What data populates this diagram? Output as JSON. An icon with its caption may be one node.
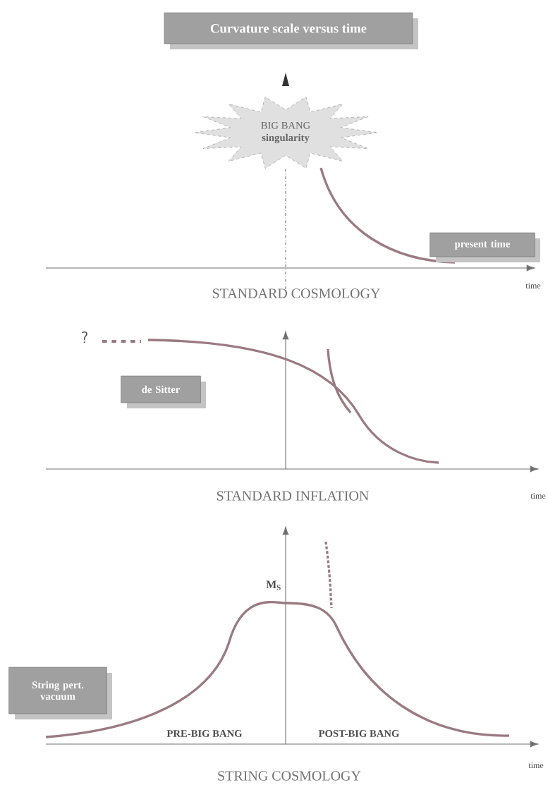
{
  "diagram": {
    "title": "Curvature scale versus time",
    "nodes": [
      {
        "text": [
          "BIG BANG",
          "singularity"
        ]
      },
      {
        "text": [
          "present time"
        ]
      },
      {
        "text": [
          "de Sitter"
        ]
      },
      {
        "text": [
          "String pert. vacuum"
        ]
      }
    ],
    "labels": [
      "STANDARD COSMOLOGY",
      "time",
      "?",
      "STANDARD INFLATION",
      "time",
      "M$_{S}$",
      "PRE-BIG BANG",
      "POST-BIG BANG",
      "STRING COSMOLOGY",
      "time"
    ]
  }
}
